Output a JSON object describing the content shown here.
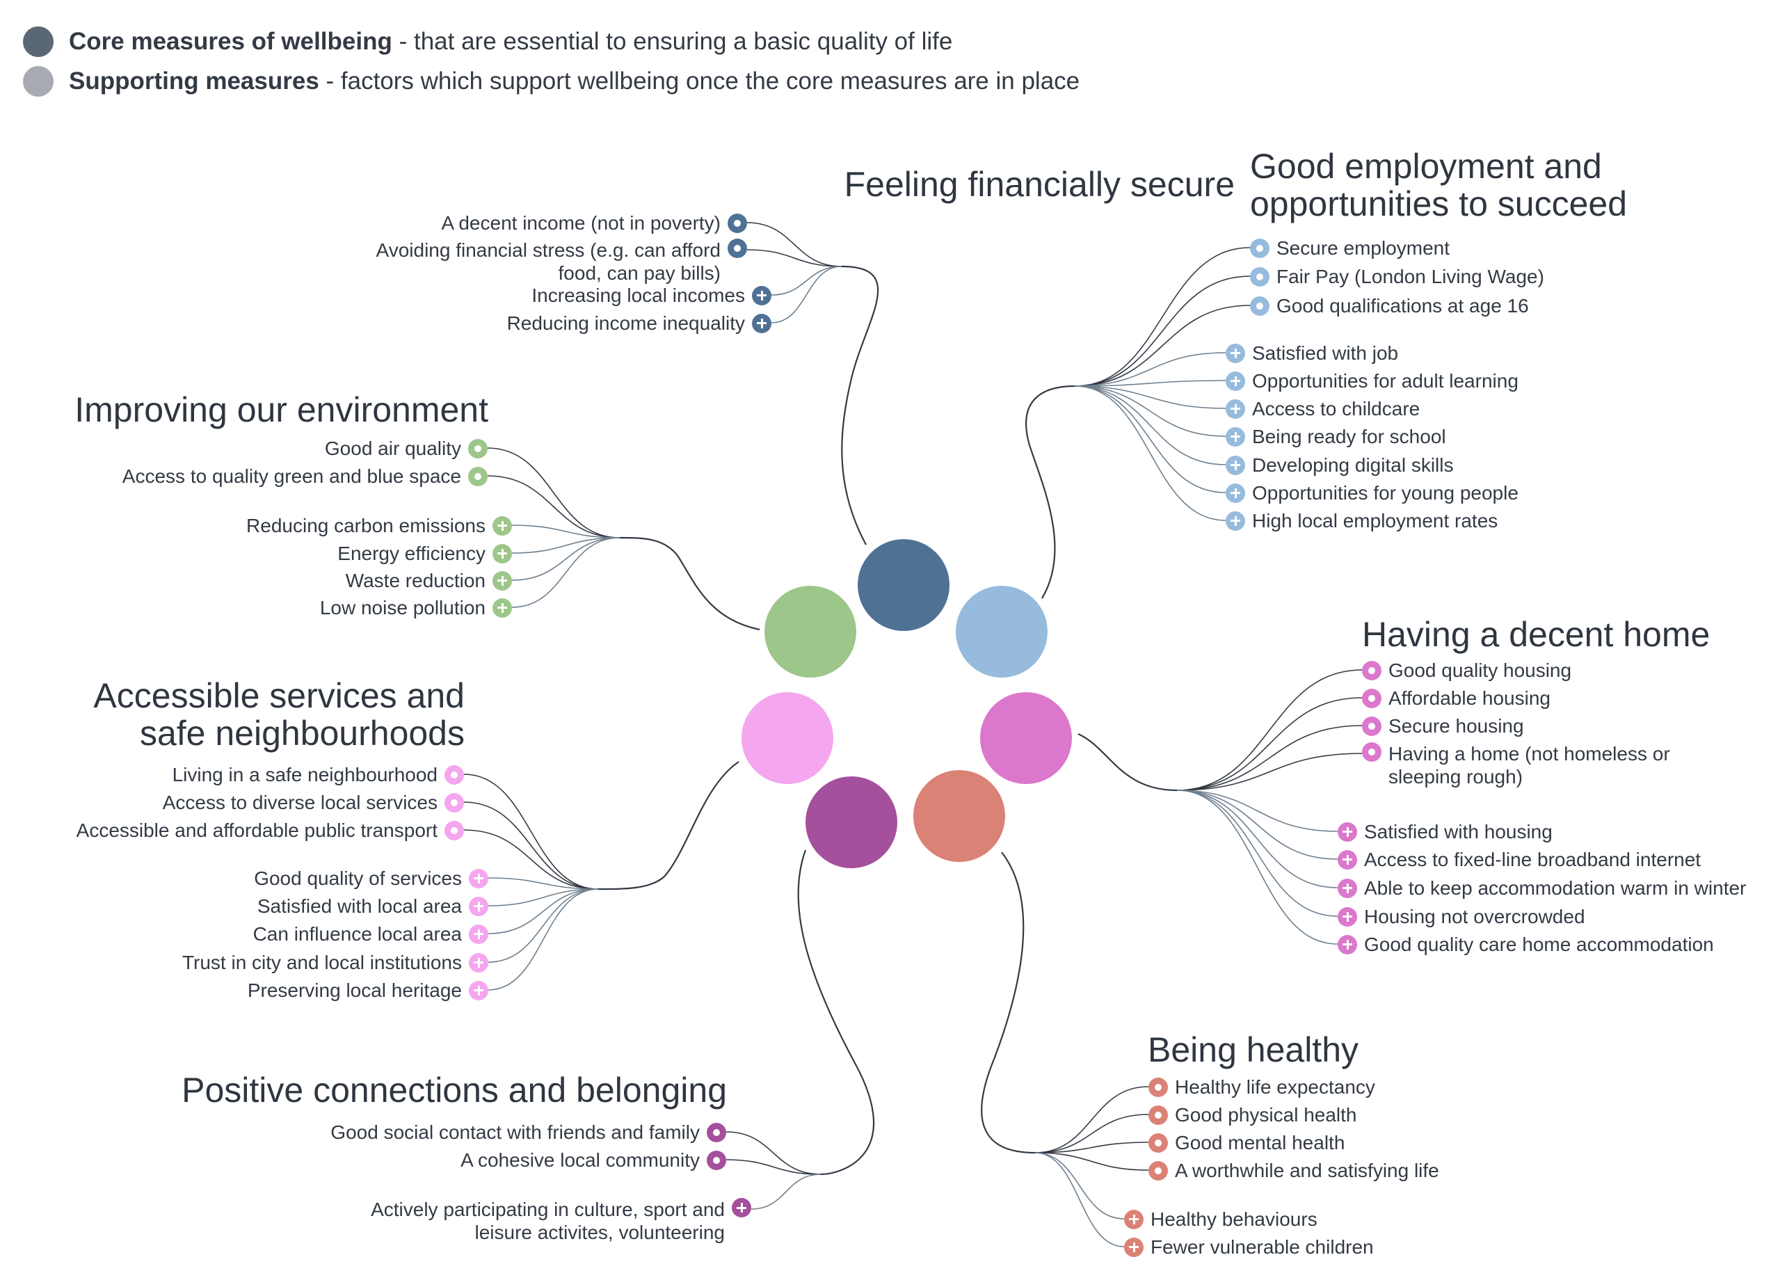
{
  "legend": {
    "core_bold": "Core measures of wellbeing",
    "core_text": " - that are essential to ensuring a basic quality of life",
    "core_icon": "core-bullet-icon",
    "support_bold": "Supporting measures",
    "support_text": " - factors which support wellbeing once the core measures are in place",
    "support_icon": "plus-bullet-icon",
    "colors": {
      "core": "#5a6875",
      "support": "#a7abb1"
    }
  },
  "clusters": [
    {
      "id": "financial",
      "title": "Feeling financially secure",
      "color": "#4f7194",
      "core": [
        "A decent income (not in poverty)",
        "Avoiding financial stress (e.g. can afford food, can pay bills)"
      ],
      "support": [
        "Increasing local incomes",
        "Reducing income inequality"
      ]
    },
    {
      "id": "employment",
      "title": "Good employment and opportunities to succeed",
      "color": "#96bbdd",
      "core": [
        "Secure employment",
        "Fair Pay (London Living Wage)",
        "Good qualifications at age 16"
      ],
      "support": [
        "Satisfied with job",
        "Opportunities for adult learning",
        "Access to childcare",
        "Being ready for school",
        "Developing digital skills",
        "Opportunities for young people",
        "High local employment rates"
      ]
    },
    {
      "id": "environment",
      "title": "Improving our environment",
      "color": "#9dc68a",
      "core": [
        "Good air quality",
        "Access to quality green and blue space"
      ],
      "support": [
        "Reducing carbon emissions",
        "Energy efficiency",
        "Waste reduction",
        "Low noise pollution"
      ]
    },
    {
      "id": "home",
      "title": "Having a decent home",
      "color": "#db78cc",
      "core": [
        "Good quality housing",
        "Affordable housing",
        "Secure housing",
        "Having a home (not homeless or sleeping rough)"
      ],
      "support": [
        "Satisfied with housing",
        "Access to fixed-line broadband internet",
        "Able to keep accommodation warm in winter",
        "Housing not overcrowded",
        "Good quality care home accommodation"
      ]
    },
    {
      "id": "services",
      "title": "Accessible services and safe neighbourhoods",
      "color": "#f4a6ee",
      "core": [
        "Living in a safe neighbourhood",
        "Access to diverse local services",
        "Accessible and affordable public transport"
      ],
      "support": [
        "Good quality of services",
        "Satisfied with local area",
        "Can influence local area",
        "Trust in city and local institutions",
        "Preserving local heritage"
      ]
    },
    {
      "id": "healthy",
      "title": "Being healthy",
      "color": "#da8276",
      "core": [
        "Healthy life expectancy",
        "Good physical health",
        "Good mental health",
        "A worthwhile and satisfying life"
      ],
      "support": [
        "Healthy behaviours",
        "Fewer vulnerable children"
      ]
    },
    {
      "id": "connections",
      "title": "Positive connections and belonging",
      "color": "#a4509c",
      "core": [
        "Good social contact with friends and family",
        "A cohesive local community"
      ],
      "support": [
        "Actively participating in culture, sport and leisure activites, volunteering"
      ]
    }
  ]
}
